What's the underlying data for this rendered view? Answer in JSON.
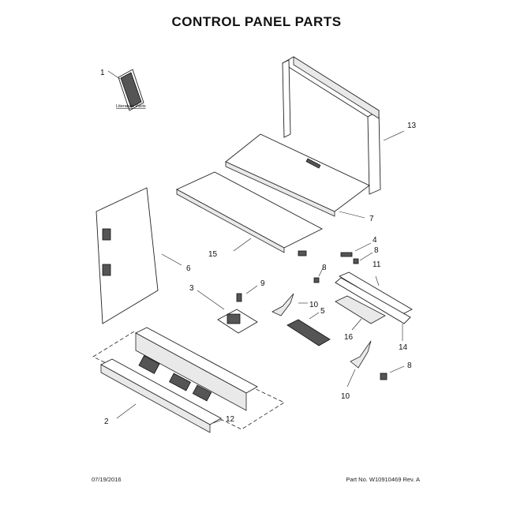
{
  "title": "CONTROL PANEL PARTS",
  "literature_label": "Literature Parts",
  "callouts": {
    "c1": "1",
    "c13": "13",
    "c7": "7",
    "c15": "15",
    "c6": "6",
    "c4": "4",
    "c8a": "8",
    "c11": "11",
    "c8b": "8",
    "c3": "3",
    "c9": "9",
    "c10a": "10",
    "c5": "5",
    "c16": "16",
    "c14": "14",
    "c8c": "8",
    "c10b": "10",
    "c2": "2",
    "c12": "12"
  },
  "footer": {
    "date": "07/19/2016",
    "part_no": "Part No. W10910469  Rev. A"
  }
}
